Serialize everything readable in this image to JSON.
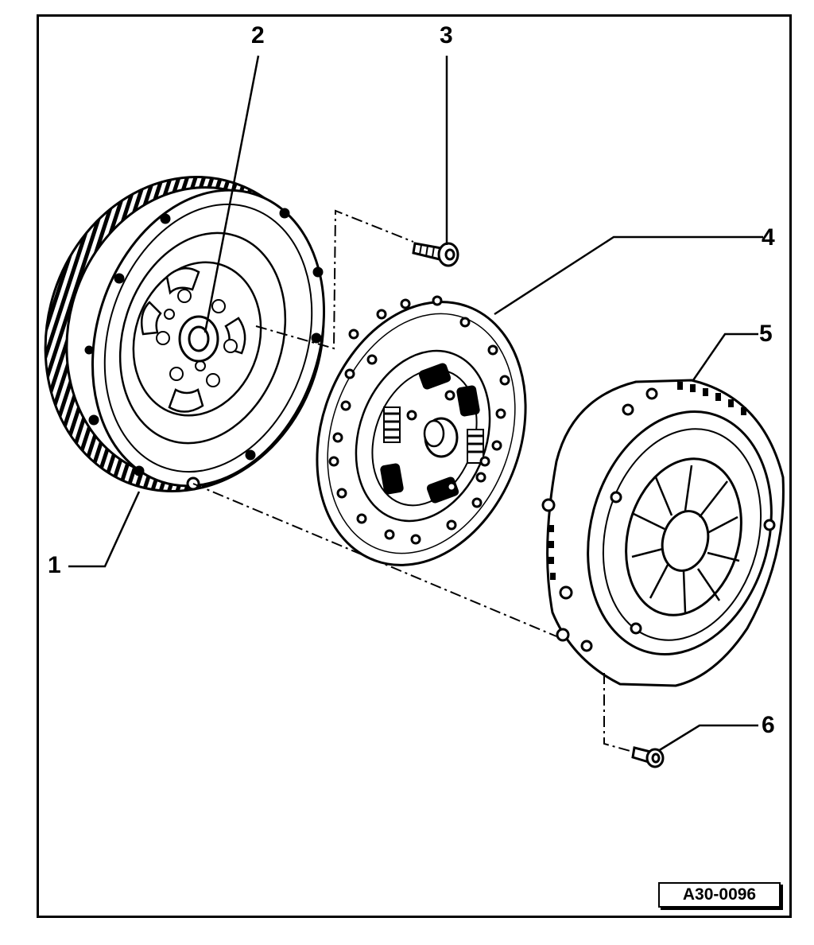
{
  "diagram": {
    "callouts": {
      "c1": "1",
      "c2": "2",
      "c3": "3",
      "c4": "4",
      "c5": "5",
      "c6": "6"
    },
    "reference_code": "A30-0096"
  }
}
